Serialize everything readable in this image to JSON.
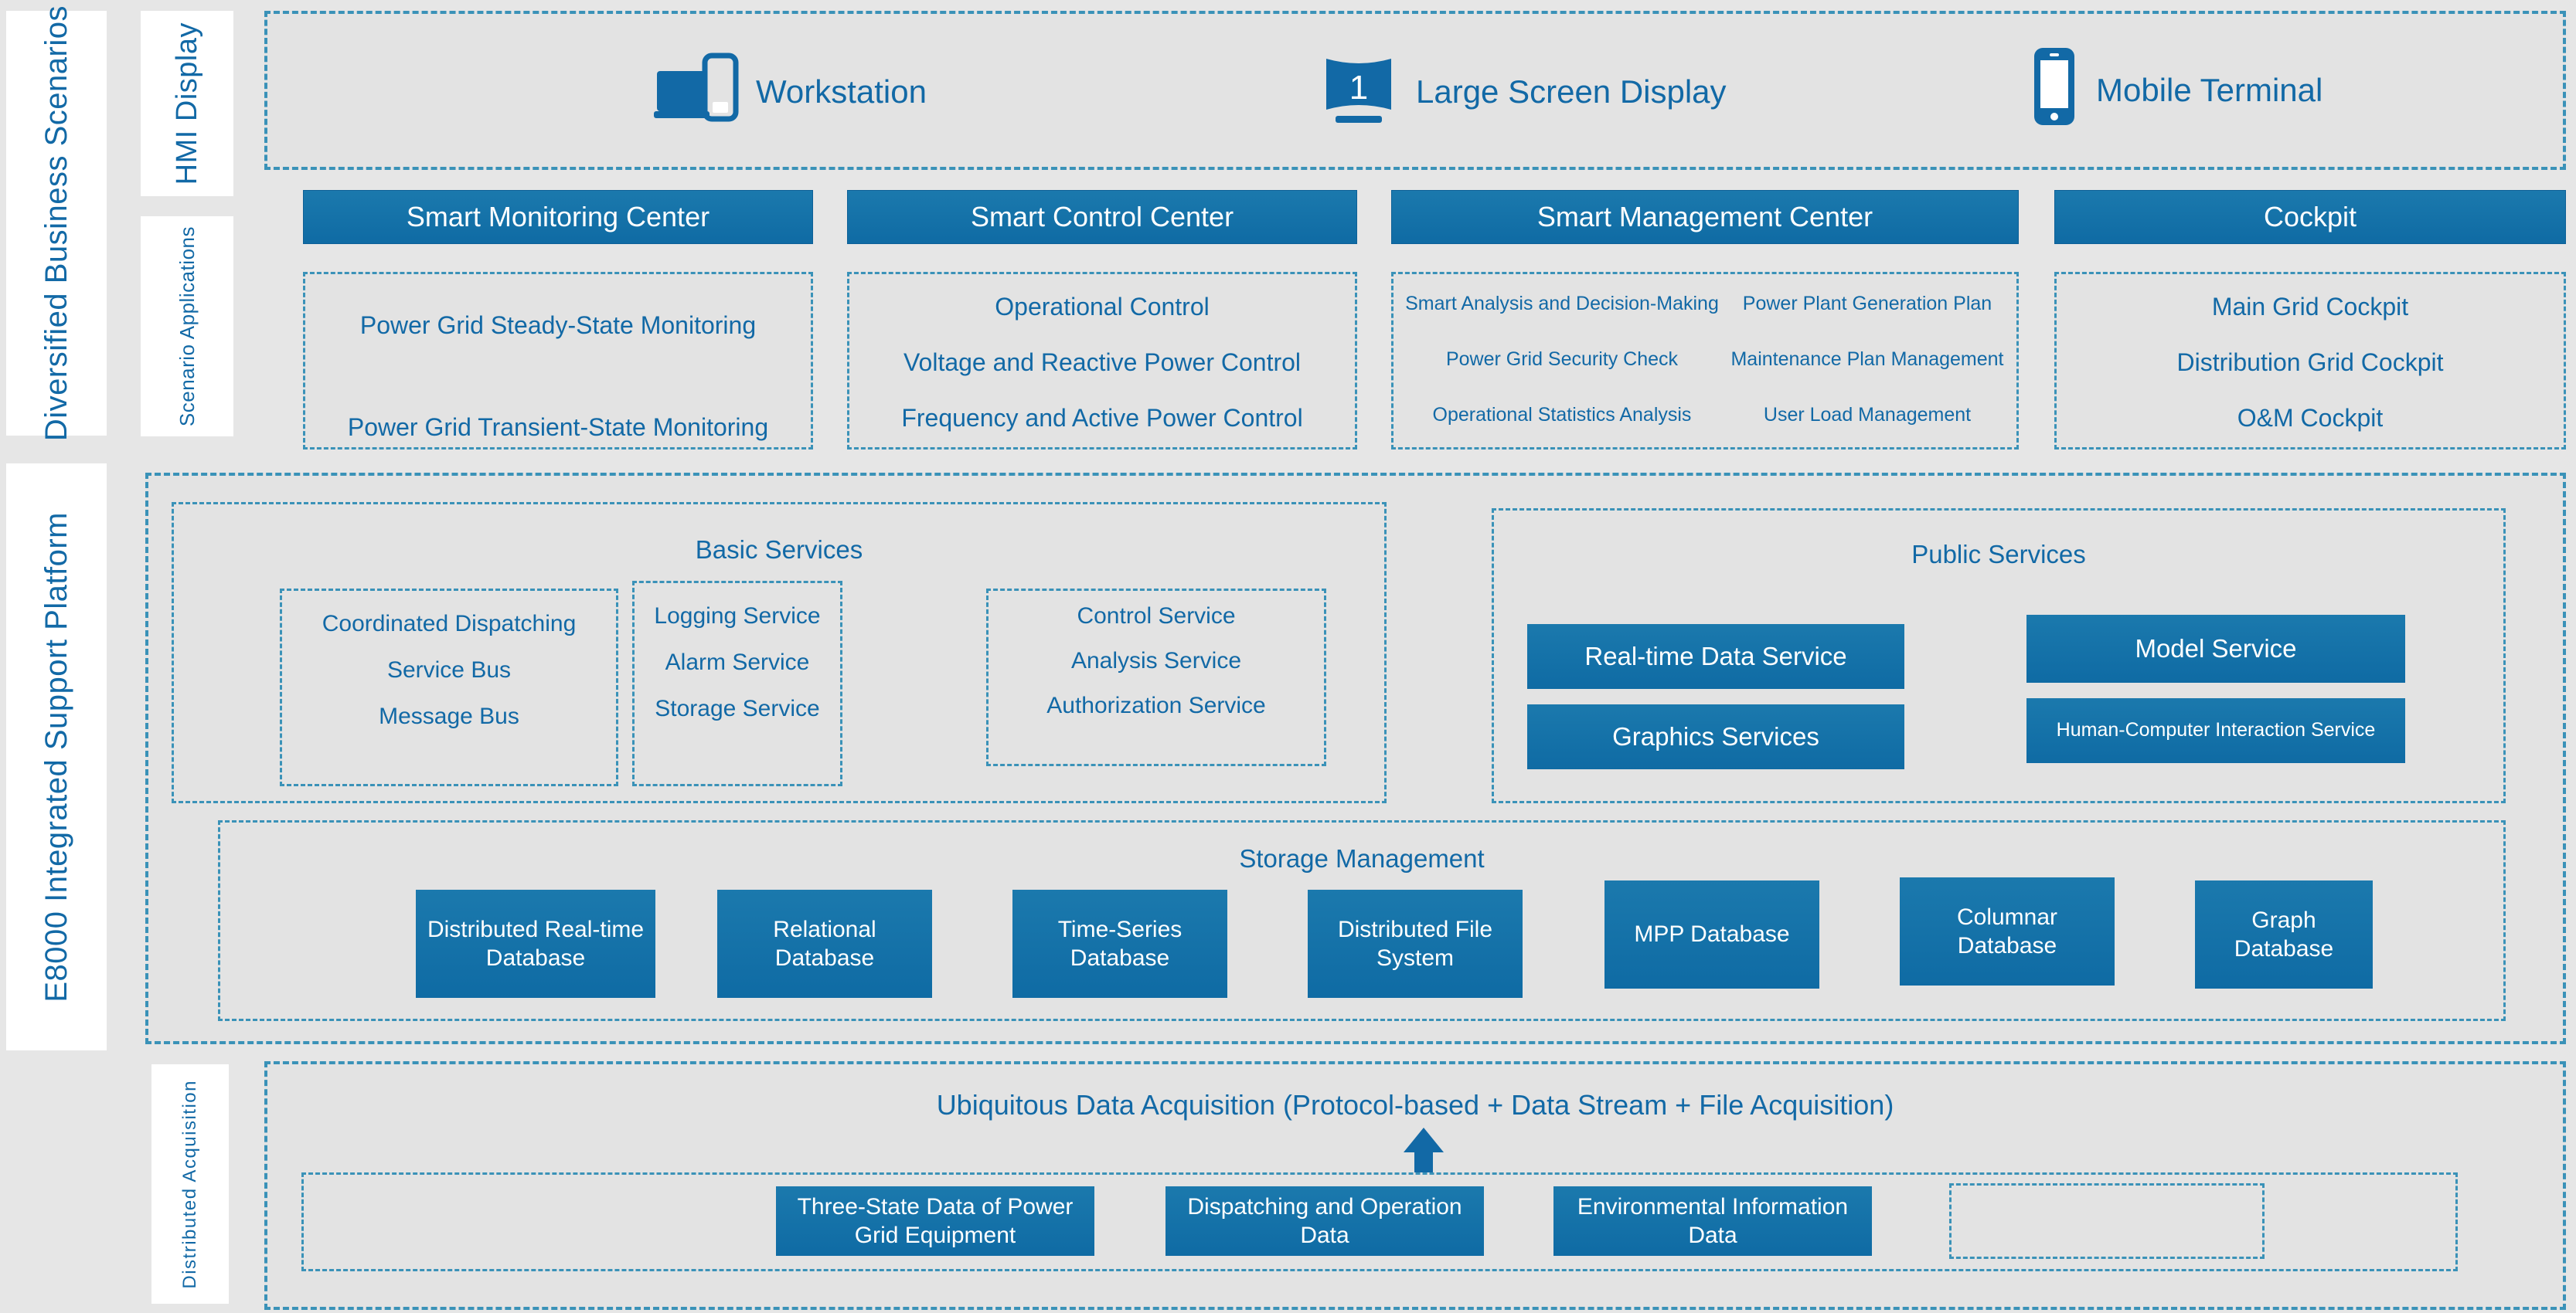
{
  "sidebar": {
    "business_scenarios": "Diversified Business Scenarios",
    "hmi_display": "HMI Display",
    "scenario_applications": "Scenario Applications",
    "platform": "E8000 Integrated Support Platform",
    "distributed_acquisition": "Distributed Acquisition"
  },
  "hmi": {
    "devices": [
      {
        "label": "Workstation",
        "icon": "workstation-icon"
      },
      {
        "label": "Large Screen Display",
        "icon": "large-screen-display-icon"
      },
      {
        "label": "Mobile Terminal",
        "icon": "mobile-terminal-icon"
      }
    ]
  },
  "centers": [
    {
      "title": "Smart Monitoring Center",
      "items": [
        "Power Grid Steady-State Monitoring",
        "Power Grid Transient-State Monitoring"
      ]
    },
    {
      "title": "Smart Control Center",
      "items": [
        "Operational Control",
        "Voltage and Reactive Power Control",
        "Frequency and Active Power Control"
      ]
    },
    {
      "title": "Smart Management Center",
      "items_left": [
        "Smart Analysis and Decision-Making",
        "Power Grid Security Check",
        "Operational Statistics Analysis"
      ],
      "items_right": [
        "Power Plant Generation Plan",
        "Maintenance Plan Management",
        "User Load Management"
      ]
    },
    {
      "title": "Cockpit",
      "items": [
        "Main Grid Cockpit",
        "Distribution Grid Cockpit",
        "O&M Cockpit"
      ]
    }
  ],
  "basic_services": {
    "title": "Basic Services",
    "groups": [
      {
        "items": [
          "Coordinated Dispatching",
          "Service Bus",
          "Message Bus"
        ]
      },
      {
        "items": [
          "Logging Service",
          "Alarm Service",
          "Storage Service"
        ]
      },
      {
        "items": [
          "Control Service",
          "Analysis Service",
          "Authorization Service"
        ]
      }
    ]
  },
  "public_services": {
    "title": "Public Services",
    "tiles": [
      "Real-time Data Service",
      "Model Service",
      "Graphics Services",
      "Human-Computer Interaction Service"
    ]
  },
  "storage_management": {
    "title": "Storage Management",
    "databases": [
      "Distributed Real-time Database",
      "Relational Database",
      "Time-Series Database",
      "Distributed File System",
      "MPP Database",
      "Columnar Database",
      "Graph Database"
    ]
  },
  "acquisition": {
    "title": "Ubiquitous Data Acquisition (Protocol-based + Data Stream + File Acquisition)",
    "sources": [
      "Three-State Data of Power Grid Equipment",
      "Dispatching and Operation Data",
      "Environmental Information Data"
    ],
    "placeholder": ""
  },
  "colors": {
    "accent": "#1269A6",
    "tile": "#0f6ba4",
    "dash": "#3a92b8",
    "panel": "#e3e3e3",
    "page": "#e6e6e6"
  }
}
